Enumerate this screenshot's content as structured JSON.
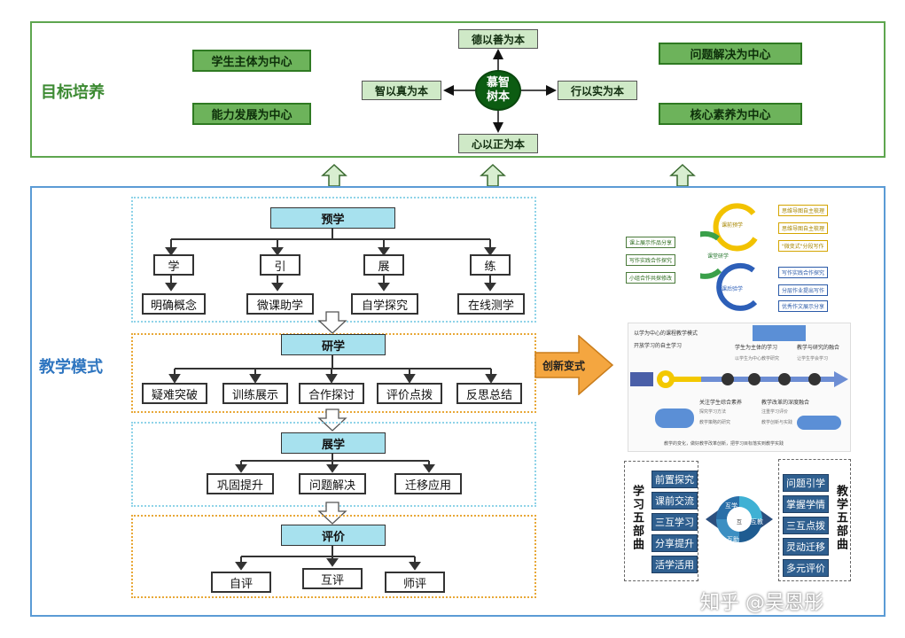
{
  "top": {
    "title": "目标培养",
    "left_boxes": [
      "学生主体为中心",
      "能力发展为中心"
    ],
    "right_boxes": [
      "问题解决为中心",
      "核心素养为中心"
    ],
    "core": [
      "慕智",
      "树本"
    ],
    "compass": {
      "top": "德以善为本",
      "left": "智以真为本",
      "right": "行以实为本",
      "bottom": "心以正为本"
    }
  },
  "bottom": {
    "title": "教学模式",
    "yuxue": {
      "head": "预学",
      "subs": [
        "学",
        "引",
        "展",
        "练"
      ],
      "leaves": [
        "明确概念",
        "微课助学",
        "自学探究",
        "在线测学"
      ]
    },
    "yanxue": {
      "head": "研学",
      "leaves": [
        "疑难突破",
        "训练展示",
        "合作探讨",
        "评价点拨",
        "反思总结"
      ]
    },
    "zhanxue": {
      "head": "展学",
      "leaves": [
        "巩固提升",
        "问题解决",
        "迁移应用"
      ]
    },
    "pingjia": {
      "head": "评价",
      "leaves": [
        "自评",
        "互评",
        "师评"
      ]
    },
    "innovation": "创新变式",
    "img1": {
      "circles": [
        "课前预学",
        "课堂研学",
        "课后验学"
      ],
      "left_tags": [
        "课上展示作品分享",
        "写作实践合作探究",
        "小组合作共探修改"
      ],
      "right_tags": [
        "思维导图自主梳理",
        "思维导图自主梳理",
        "\"微变式\"分段写作",
        "写作实践合作探究",
        "分层作业提出写作",
        "优秀作文展示分享"
      ]
    },
    "img2": {
      "lines": [
        "以学为中心的课程教学模式",
        "开放学习的自主学习",
        "学生为主体的学习",
        "教学与研究的融合",
        "以学生为中心教学研究",
        "让学生学会学习",
        "关注学生综合素养",
        "教学改革的深度融合",
        "探究学习方法",
        "注重学习评价",
        "教学策略的研究",
        "教学创新与实践"
      ],
      "caption": "教学的变化，做好教学改革创新，把学习目标落实到教学实践"
    },
    "img3": {
      "left_title": "学习五部曲",
      "right_title": "教学五部曲",
      "left_items": [
        "前置探究",
        "课前交流",
        "三互学习",
        "分享提升",
        "活学活用"
      ],
      "right_items": [
        "问题引学",
        "掌握学情",
        "三互点拨",
        "灵动迁移",
        "多元评价"
      ],
      "center": [
        "互学",
        "互教",
        "互助",
        "互"
      ]
    }
  },
  "watermark": "知乎 @吴恩彤",
  "colors": {
    "green_border": "#5ea64f",
    "blue_border": "#5b9bd5",
    "cyan_fill": "#a7e1ee",
    "orange_arrow": "#f4a640"
  }
}
